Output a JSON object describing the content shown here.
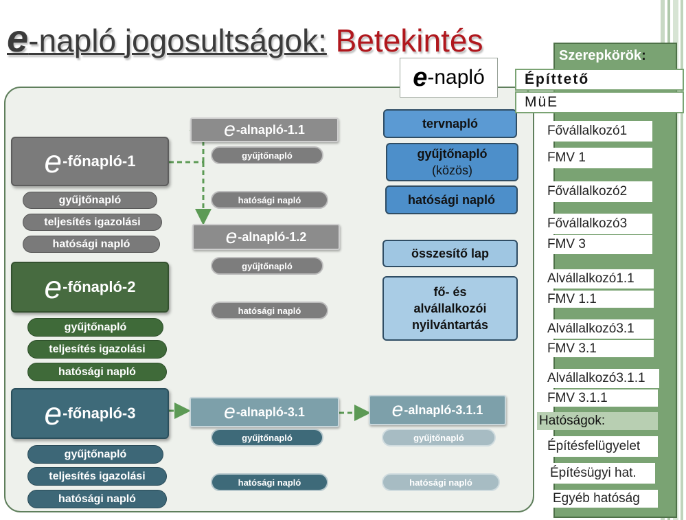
{
  "title": {
    "e": "e",
    "rest": "-napló jogosultságok:",
    "highlight": "Betekintés"
  },
  "enaplo_label": {
    "e": "e",
    "rest": "-napló"
  },
  "fonaplo_1": {
    "title_e": "e",
    "title_rest": "-főnapló-1",
    "items": [
      "gyűjtőnapló",
      "teljesítés igazolási",
      "hatósági napló"
    ]
  },
  "fonaplo_2": {
    "title_e": "e",
    "title_rest": "-főnapló-2",
    "items": [
      "gyűjtőnapló",
      "teljesítés igazolási",
      "hatósági napló"
    ]
  },
  "fonaplo_3": {
    "title_e": "e",
    "title_rest": "-főnapló-3",
    "items": [
      "gyűjtőnapló",
      "teljesítés igazolási",
      "hatósági napló"
    ]
  },
  "alnaplo_1_1": {
    "title_e": "e",
    "title_rest": "-alnapló-1.1",
    "items": [
      "gyűjtőnapló",
      "hatósági napló"
    ]
  },
  "alnaplo_1_2": {
    "title_e": "e",
    "title_rest": "-alnapló-1.2",
    "items": [
      "gyűjtőnapló",
      "hatósági napló"
    ]
  },
  "alnaplo_3_1": {
    "title_e": "e",
    "title_rest": "-alnapló-3.1",
    "items": [
      "gyűjtőnapló",
      "hatósági napló"
    ]
  },
  "alnaplo_3_1_1": {
    "title_e": "e",
    "title_rest": "-alnapló-3.1.1",
    "items": [
      "gyűjtőnapló",
      "hatósági napló"
    ]
  },
  "blue_boxes": {
    "tervnaplo": "tervnapló",
    "gyujtonaplo_line1": "gyűjtőnapló",
    "gyujtonaplo_line2": "(közös)",
    "hatosagi": "hatósági napló",
    "osszesito": "összesítő lap",
    "nyilvantartas_line1": "fő- és",
    "nyilvantartas_line2": "alvállalkozói",
    "nyilvantartas_line3": "nyilvántartás"
  },
  "roles": {
    "title": "Szerepkörök",
    "title_colon": ":",
    "highlighted": [
      "Építtető",
      "MüE"
    ],
    "list": [
      "Fővállalkozó1",
      "FMV 1",
      "Fővállalkozó2",
      "Fővállalkozó3",
      "FMV 3",
      "Alvállalkozó1.1",
      "FMV 1.1",
      "Alvállalkozó3.1",
      "FMV 3.1",
      "Alvállalkozó3.1.1",
      "FMV 3.1.1"
    ],
    "authorities_title": "Hatóságok:",
    "authorities": [
      "Építésfelügyelet",
      "Építésügyi hat.",
      "Egyéb hatóság"
    ]
  },
  "colors": {
    "title_red": "#b0171d",
    "panel_border": "#5f7f5c",
    "sidebar_green": "#7aa373",
    "blue_mid": "#5b9ad3",
    "blue_light": "#9fc6e2",
    "arrow_green": "#5c9a55"
  }
}
